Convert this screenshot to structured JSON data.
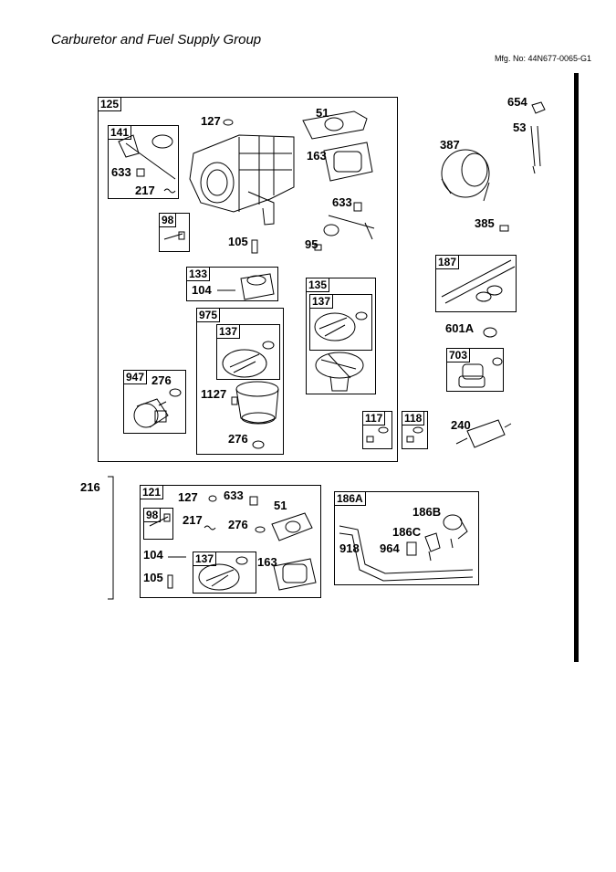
{
  "title": "Carburetor and Fuel Supply Group",
  "mfg": "Mfg. No: 44N677-0065-G1",
  "box_tags": {
    "b125": "125",
    "b141": "141",
    "b98a": "98",
    "b133": "133",
    "b135": "135",
    "b137a": "137",
    "b975": "975",
    "b137b": "137",
    "b947": "947",
    "b117": "117",
    "b118": "118",
    "b187": "187",
    "b703": "703",
    "b121": "121",
    "b98b": "98",
    "b137c": "137",
    "b186a": "186A"
  },
  "labels": {
    "l127a": "127",
    "l51a": "51",
    "l163a": "163",
    "l633a": "633",
    "l217a": "217",
    "l633b": "633",
    "l105a": "105",
    "l95": "95",
    "l104a": "104",
    "l276a": "276",
    "l1127": "1127",
    "l276b": "276",
    "l654": "654",
    "l53": "53",
    "l387": "387",
    "l385": "385",
    "l601a": "601A",
    "l240": "240",
    "l216": "216",
    "l127b": "127",
    "l633c": "633",
    "l51b": "51",
    "l217b": "217",
    "l276c": "276",
    "l104b": "104",
    "l163b": "163",
    "l105b": "105",
    "l186b": "186B",
    "l186c": "186C",
    "l918": "918",
    "l964": "964"
  }
}
